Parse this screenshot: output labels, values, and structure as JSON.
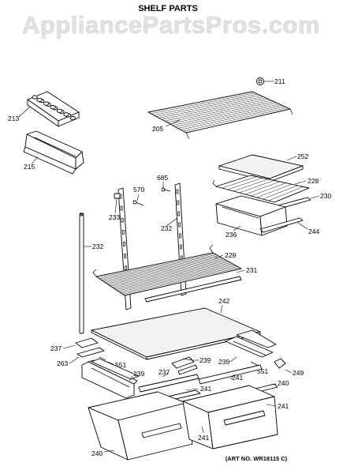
{
  "watermark": "AppliancePartsPros.com",
  "title": "SHELF PARTS",
  "art_number": "(ART NO. WR18115 C)",
  "labels": {
    "p211": "211",
    "p213": "213",
    "p205": "205",
    "p215": "215",
    "p252": "252",
    "p228": "228",
    "p230": "230",
    "p244": "244",
    "p236": "236",
    "p685": "685",
    "p570": "570",
    "p233": "233",
    "p232a": "232",
    "p232b": "232",
    "p229": "229",
    "p231": "231",
    "p242": "242",
    "p237a": "237",
    "p263": "263",
    "p551a": "551",
    "p239a": "239",
    "p237b": "237",
    "p239b": "239",
    "p239c": "239",
    "p551b": "551",
    "p249": "249",
    "p241a": "241",
    "p241b": "241",
    "p240a": "240",
    "p241c": "241",
    "p240b": "240",
    "p241d": "241"
  }
}
